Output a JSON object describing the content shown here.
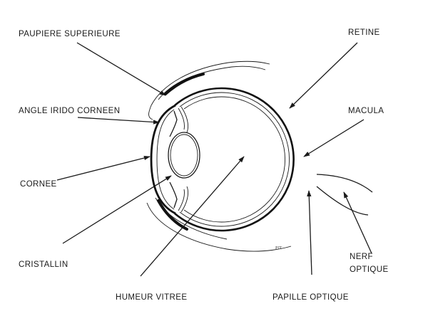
{
  "labels": {
    "paupiere_superieure": "PAUPIERE  SUPERIEURE",
    "angle_irido_corneen": "ANGLE IRIDO CORNEEN",
    "cornee": "CORNEE",
    "cristallin": "CRISTALLIN",
    "humeur_vitree": "HUMEUR  VITREE",
    "papille_optique": "PAPILLE  OPTIQUE",
    "retine": "RETINE",
    "macula": "MACULA",
    "nerf_line1": "NERF",
    "nerf_line2": "OPTIQUE"
  },
  "signature": "PJT",
  "colors": {
    "ink": "#1a1a1a",
    "background": "#ffffff"
  }
}
